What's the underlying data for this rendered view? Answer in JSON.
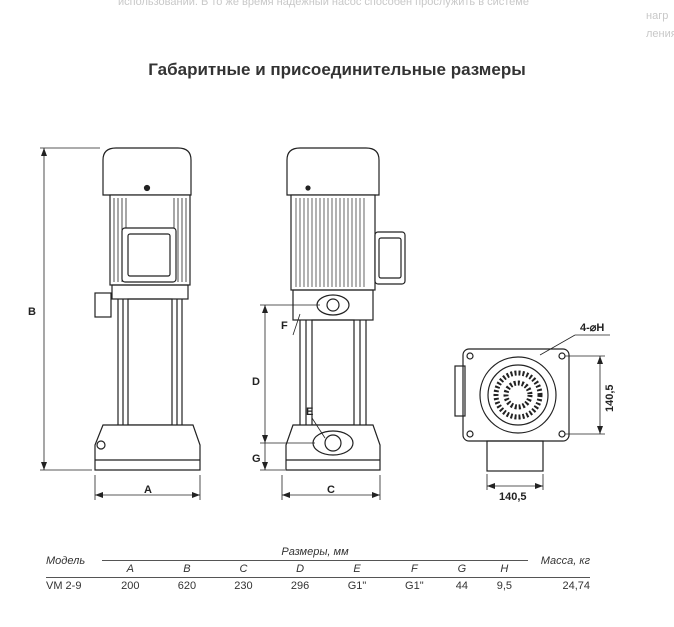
{
  "background_text": {
    "line1": "использовании. В то же время надёжный насос способен прослужить в системе",
    "line2": "нагр",
    "line3": "ления"
  },
  "title": "Габаритные и присоединительные размеры",
  "dimension_labels": {
    "a": "A",
    "b": "B",
    "c": "C",
    "d": "D",
    "e": "E",
    "f": "F",
    "g": "G",
    "holes": "4-⌀H",
    "width_top": "140,5",
    "width_side": "140,5"
  },
  "table": {
    "model_header": "Модель",
    "dims_header": "Размеры, мм",
    "mass_header": "Масса, кг",
    "columns": [
      "A",
      "B",
      "C",
      "D",
      "E",
      "F",
      "G",
      "H"
    ],
    "rows": [
      {
        "model": "VM 2-9",
        "values": [
          "200",
          "620",
          "230",
          "296",
          "G1\"",
          "G1\"",
          "44",
          "9,5"
        ],
        "mass": "24,74"
      }
    ]
  },
  "colors": {
    "line": "#222222",
    "text": "#333333",
    "faded": "#c8c8c8"
  }
}
